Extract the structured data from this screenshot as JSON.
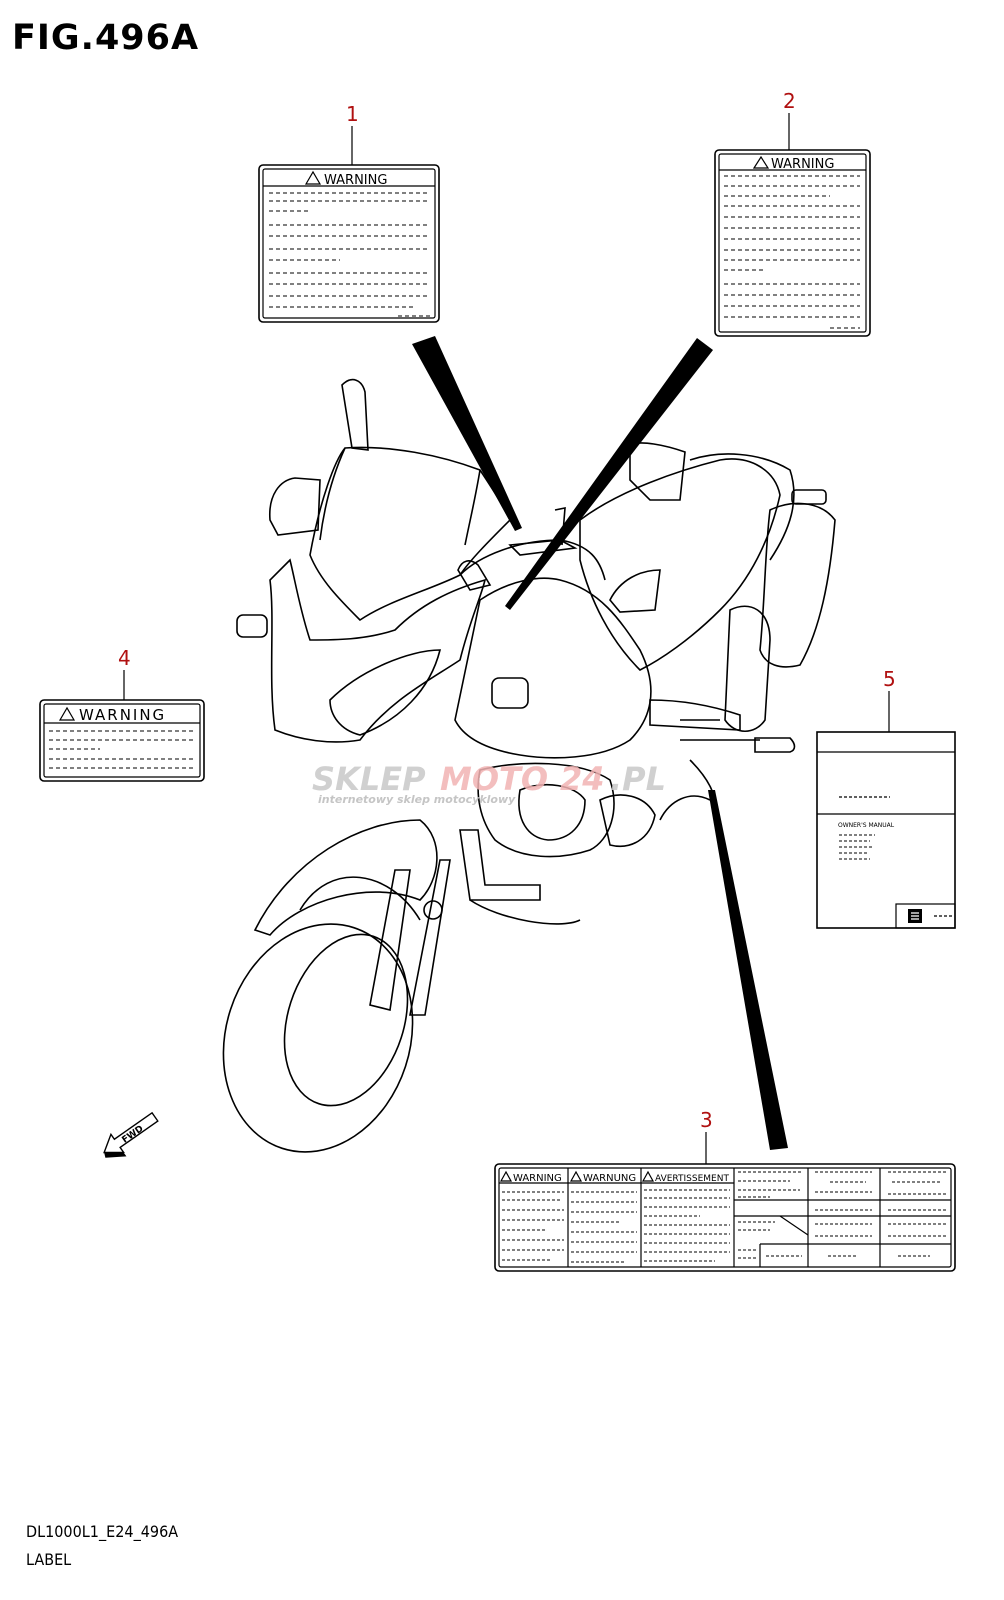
{
  "figure": {
    "title": "FIG.496A",
    "code": "DL1000L1_E24_496A",
    "caption": "LABEL"
  },
  "callouts": [
    {
      "id": "1",
      "number": "1"
    },
    {
      "id": "2",
      "number": "2"
    },
    {
      "id": "3",
      "number": "3"
    },
    {
      "id": "4",
      "number": "4"
    },
    {
      "id": "5",
      "number": "5"
    }
  ],
  "labels": {
    "label1": {
      "heading": "WARNING"
    },
    "label2": {
      "heading": "WARNING"
    },
    "label4": {
      "heading": "WARNING"
    },
    "label3": {
      "headings": [
        "WARNING",
        "WARNUNG",
        "AVERTISSEMENT"
      ]
    },
    "label5": {
      "text": "OWNER'S MANUAL"
    }
  },
  "direction_marker": {
    "text": "FWD"
  },
  "watermark": {
    "text_a": "SKLEP",
    "text_b": "MOTO",
    "text_c": "24",
    "text_d": ".PL",
    "subtitle": "internetowy sklep motocyklowy"
  },
  "colors": {
    "callout": "#b01010",
    "line": "#000000",
    "watermark_grey": "#c8c8c8",
    "watermark_red": "#f2b3b3"
  }
}
